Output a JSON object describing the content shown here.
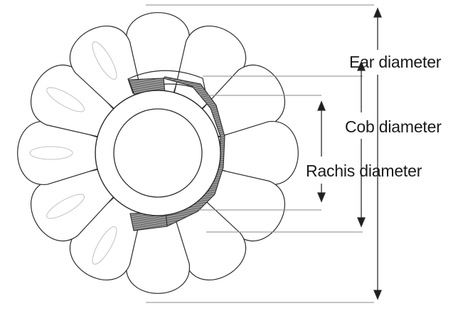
{
  "labels": {
    "ear": "Ear diameter",
    "cob": "Cob diameter",
    "rachis": "Rachis diameter"
  },
  "colors": {
    "line": "#2b2b2b",
    "leader": "#8a8a8a",
    "shade": "#6e6e6e",
    "faint": "#c4c4c4"
  }
}
